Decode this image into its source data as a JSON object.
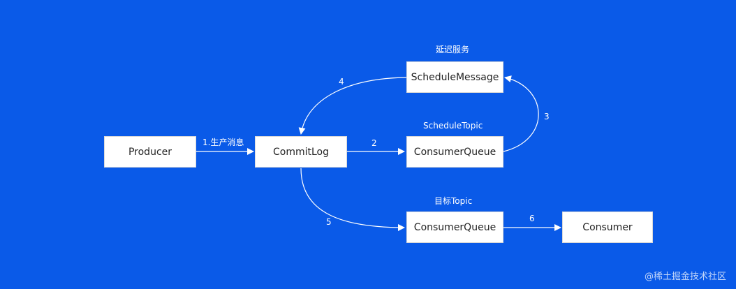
{
  "background_color": "#0a5ae8",
  "nodes": {
    "producer": "Producer",
    "commitlog": "CommitLog",
    "schedule_message": "ScheduleMessage",
    "schedule_queue": "ConsumerQueue",
    "target_queue": "ConsumerQueue",
    "consumer": "Consumer"
  },
  "group_labels": {
    "delay_service": "延迟服务",
    "schedule_topic": "ScheduleTopic",
    "target_topic": "目标Topic"
  },
  "edge_labels": {
    "e1": "1.生产消息",
    "e2": "2",
    "e3": "3",
    "e4": "4",
    "e5": "5",
    "e6": "6"
  },
  "watermark": "@稀土掘金技术社区"
}
